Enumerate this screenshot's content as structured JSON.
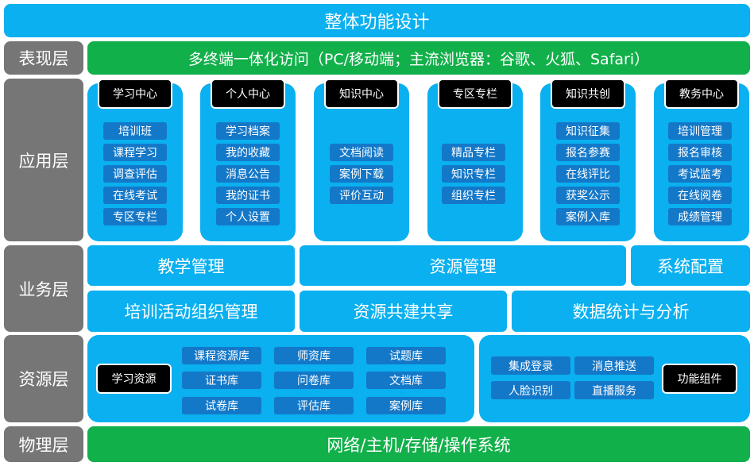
{
  "title": "整体功能设计",
  "layers": {
    "presentation": "表现层",
    "application": "应用层",
    "business": "业务层",
    "resource": "资源层",
    "physical": "物理层"
  },
  "presentation_bar": "多终端一体化访问（PC/移动端；主流浏览器：谷歌、火狐、Safari）",
  "application_columns": [
    {
      "title": "学习中心",
      "items": [
        "培训班",
        "课程学习",
        "调查评估",
        "在线考试",
        "专区专栏"
      ]
    },
    {
      "title": "个人中心",
      "items": [
        "学习档案",
        "我的收藏",
        "消息公告",
        "我的证书",
        "个人设置"
      ]
    },
    {
      "title": "知识中心",
      "items": [
        "文档阅读",
        "案例下载",
        "评价互动"
      ]
    },
    {
      "title": "专区专栏",
      "items": [
        "精品专栏",
        "知识专栏",
        "组织专栏"
      ]
    },
    {
      "title": "知识共创",
      "items": [
        "知识征集",
        "报名参赛",
        "在线评比",
        "获奖公示",
        "案例入库"
      ]
    },
    {
      "title": "教务中心",
      "items": [
        "培训管理",
        "报名审核",
        "考试监考",
        "在线阅卷",
        "成绩管理"
      ]
    }
  ],
  "business": {
    "row1": [
      "教学管理",
      "资源管理",
      "系统配置"
    ],
    "row2": [
      "培训活动组织管理",
      "资源共建共享",
      "数据统计与分析"
    ]
  },
  "resources": {
    "learning_label": "学习资源",
    "libraries": [
      [
        "课程资源库",
        "证书库",
        "试卷库"
      ],
      [
        "师资库",
        "问卷库",
        "评估库"
      ],
      [
        "试题库",
        "文档库",
        "案例库"
      ]
    ],
    "component_label": "功能组件",
    "components": [
      [
        "集成登录",
        "人脸识别"
      ],
      [
        "消息推送",
        "直播服务"
      ]
    ]
  },
  "physical_bar": "网络/主机/存储/操作系统"
}
